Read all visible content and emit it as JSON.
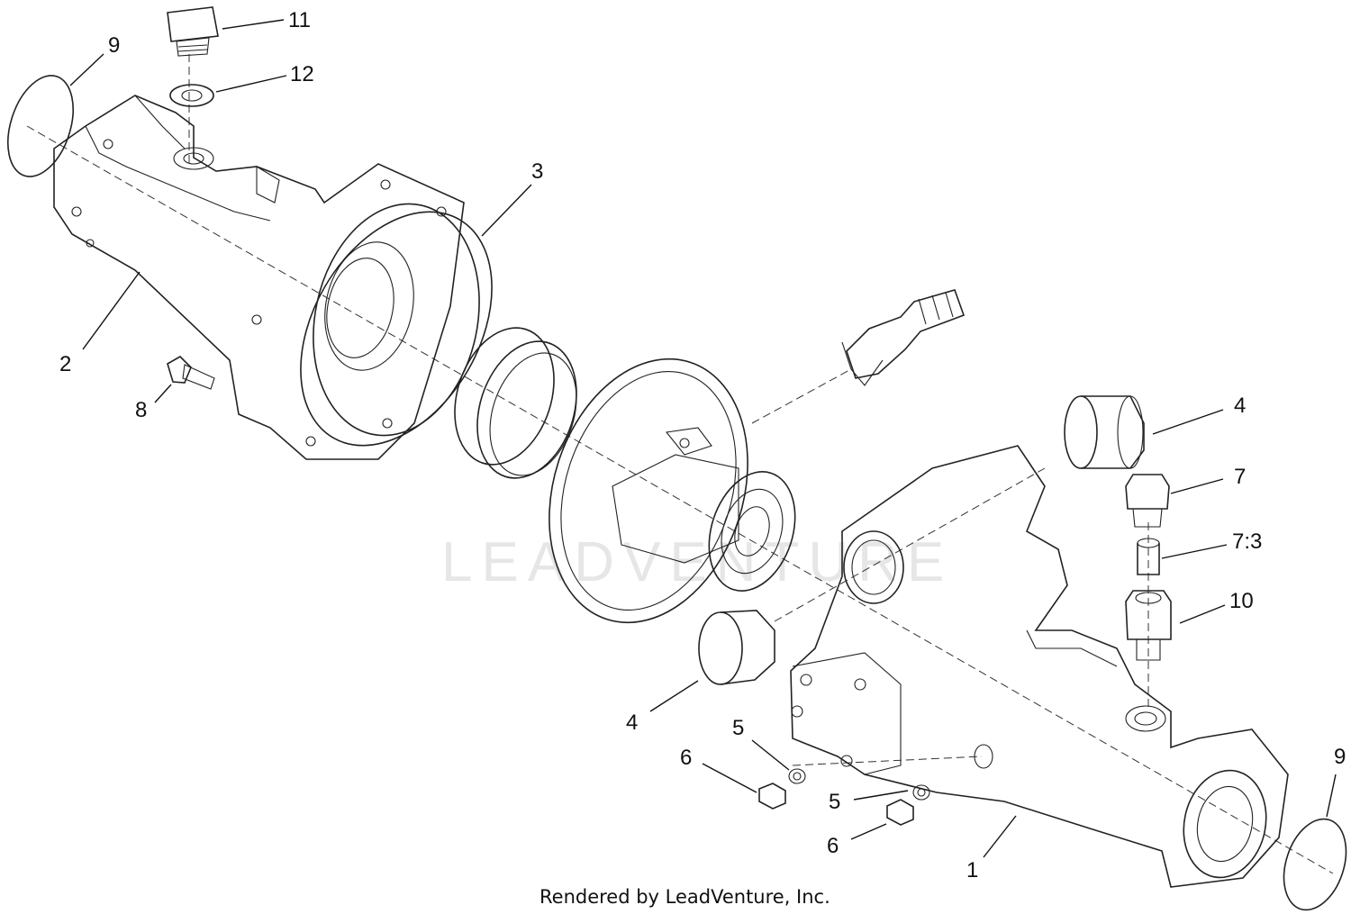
{
  "watermark": {
    "text": "LEADVENTURE"
  },
  "footer": {
    "text": "Rendered by LeadVenture, Inc."
  },
  "callouts": [
    "11",
    "12",
    "9",
    "3",
    "2",
    "8",
    "4",
    "7",
    "7:3",
    "10",
    "4",
    "5",
    "6",
    "5",
    "6",
    "1",
    "9"
  ]
}
